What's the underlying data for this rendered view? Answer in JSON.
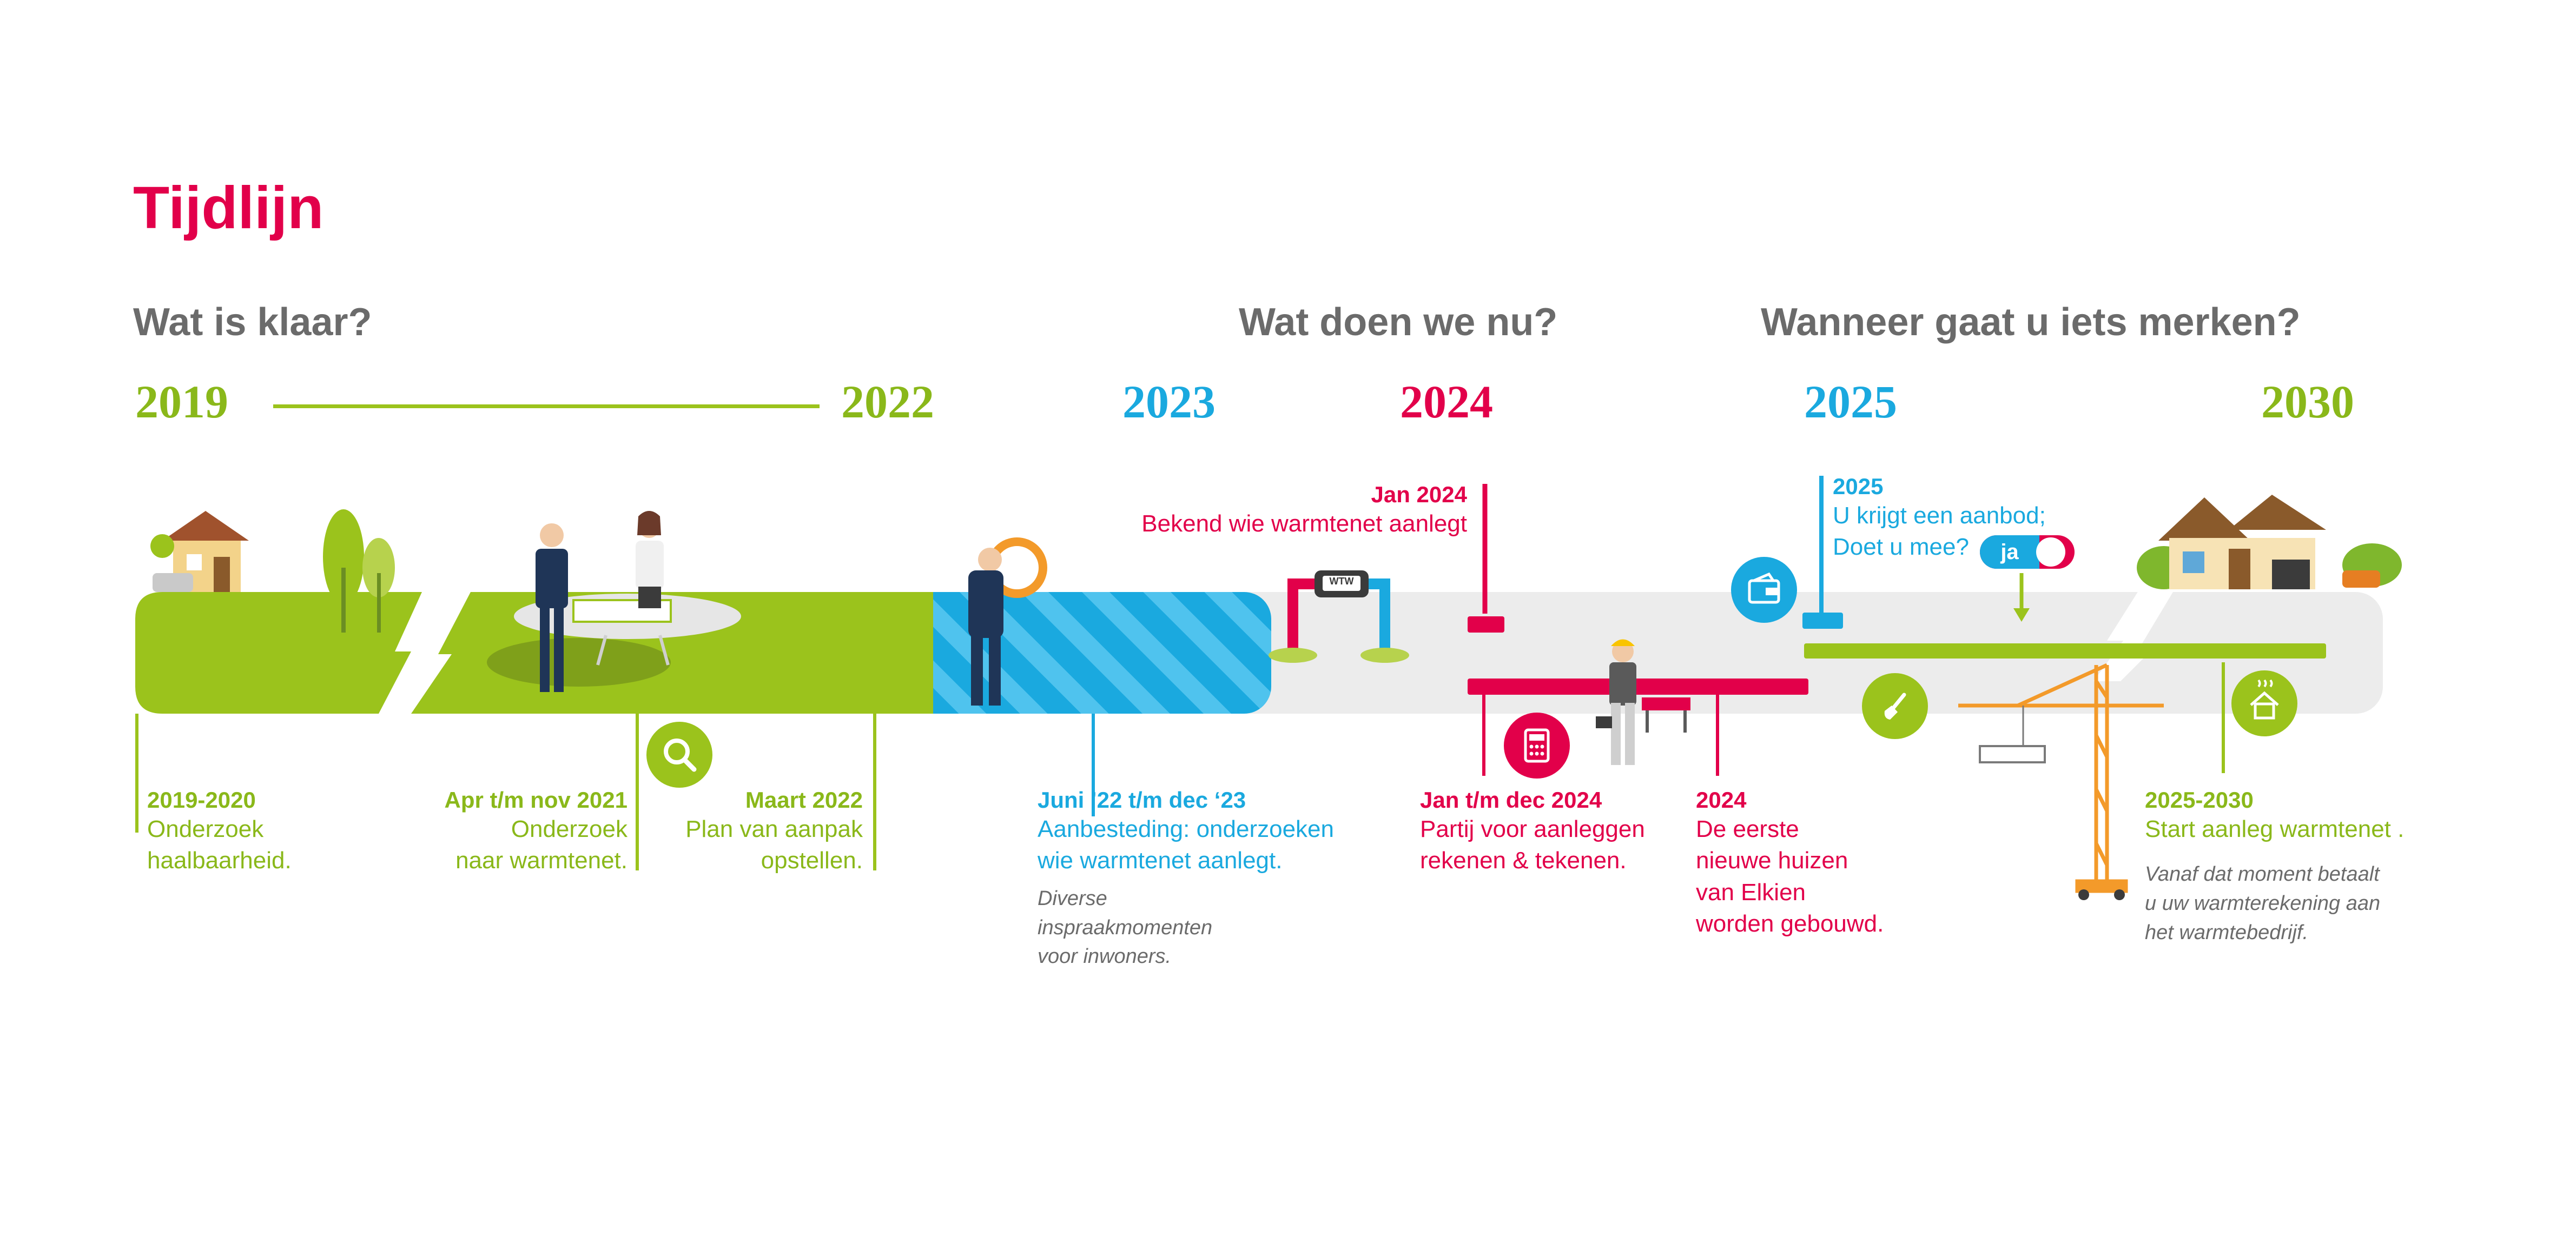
{
  "title": "Tijdlijn",
  "sections": {
    "done": "Wat is klaar?",
    "now": "Wat doen we nu?",
    "notice": "Wanneer gaat u iets merken?"
  },
  "years": {
    "y2019": "2019",
    "y2022": "2022",
    "y2023": "2023",
    "y2024": "2024",
    "y2025": "2025",
    "y2030": "2030"
  },
  "events": {
    "e1": {
      "date": "2019-2020",
      "text": "Onderzoek\nhaalbaarheid."
    },
    "e2": {
      "date": "Apr t/m nov 2021",
      "text": "Onderzoek\nnaar warmtenet."
    },
    "e3": {
      "date": "Maart 2022",
      "text": "Plan van aanpak\nopstellen."
    },
    "e4": {
      "date": "Juni ’22 t/m dec ‘23",
      "text": "Aanbesteding: onderzoeken\nwie warmtenet aanlegt.",
      "note": "Diverse\ninspraakmomenten\nvoor inwoners."
    },
    "e5": {
      "date": "Jan 2024",
      "text": "Bekend wie warmtenet aanlegt"
    },
    "e6": {
      "date": "Jan t/m dec 2024",
      "text": "Partij voor aanleggen\nrekenen & tekenen."
    },
    "e7": {
      "date": "2024",
      "text": "De eerste\nnieuwe huizen\nvan Elkien\nworden gebouwd."
    },
    "e8": {
      "date": "2025",
      "text": "U krijgt een aanbod;\nDoet u mee?"
    },
    "e9": {
      "date": "2025-2030",
      "text": "Start aanleg warmtenet .",
      "note": "Vanaf dat moment betaalt\nu uw warmterekening aan\nhet warmtebedrijf."
    }
  },
  "toggle_label": "ja",
  "meter_label": "WTW",
  "icons": [
    "house-icon",
    "trees-icon",
    "meeting-table-icon",
    "search-icon",
    "magnifier-person-icon",
    "pipe-icon",
    "calculator-icon",
    "construction-worker-icon",
    "barrier-icon",
    "wallet-icon",
    "shovel-icon",
    "crane-icon",
    "home-heat-icon",
    "villa-icon"
  ],
  "colors": {
    "green": "#9bc31c",
    "cyan": "#1aa9df",
    "magenta": "#e2004a",
    "grey_track": "#ececec",
    "heading_grey": "#6b6b6b",
    "crane_orange": "#f39a2a"
  }
}
